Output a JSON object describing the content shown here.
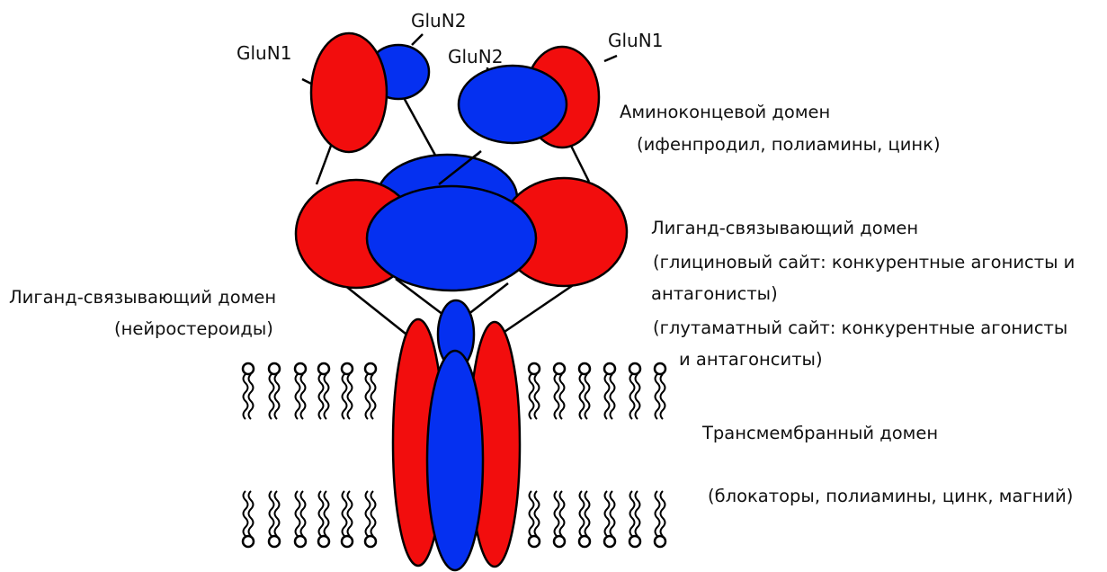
{
  "colors": {
    "glun1": "#f20d0d",
    "glun2": "#0530f0",
    "outline": "#000000",
    "background": "#ffffff"
  },
  "labels": {
    "glun1_left": "GluN1",
    "glun2_left": "GluN2",
    "glun2_right": "GluN2",
    "glun1_right": "GluN1"
  },
  "domains": {
    "amino_title": "Аминоконцевой домен",
    "amino_sub": "(ифенпродил, полиамины, цинк)",
    "lbd_title": "Лиганд-связывающий домен",
    "lbd_gly_1": "(глициновый сайт: конкурентные агонисты и",
    "lbd_gly_2": "антагонисты)",
    "lbd_glu_1": "(глутаматный сайт: конкурентные агонисты",
    "lbd_glu_2": "и антагонситы)",
    "lbd_left_title": "Лиганд-связывающий домен",
    "lbd_left_sub": "(нейростероиды)",
    "tm_title": "Трансмембранный домен",
    "tm_sub": "(блокаторы, полиамины, цинк, магний)"
  }
}
